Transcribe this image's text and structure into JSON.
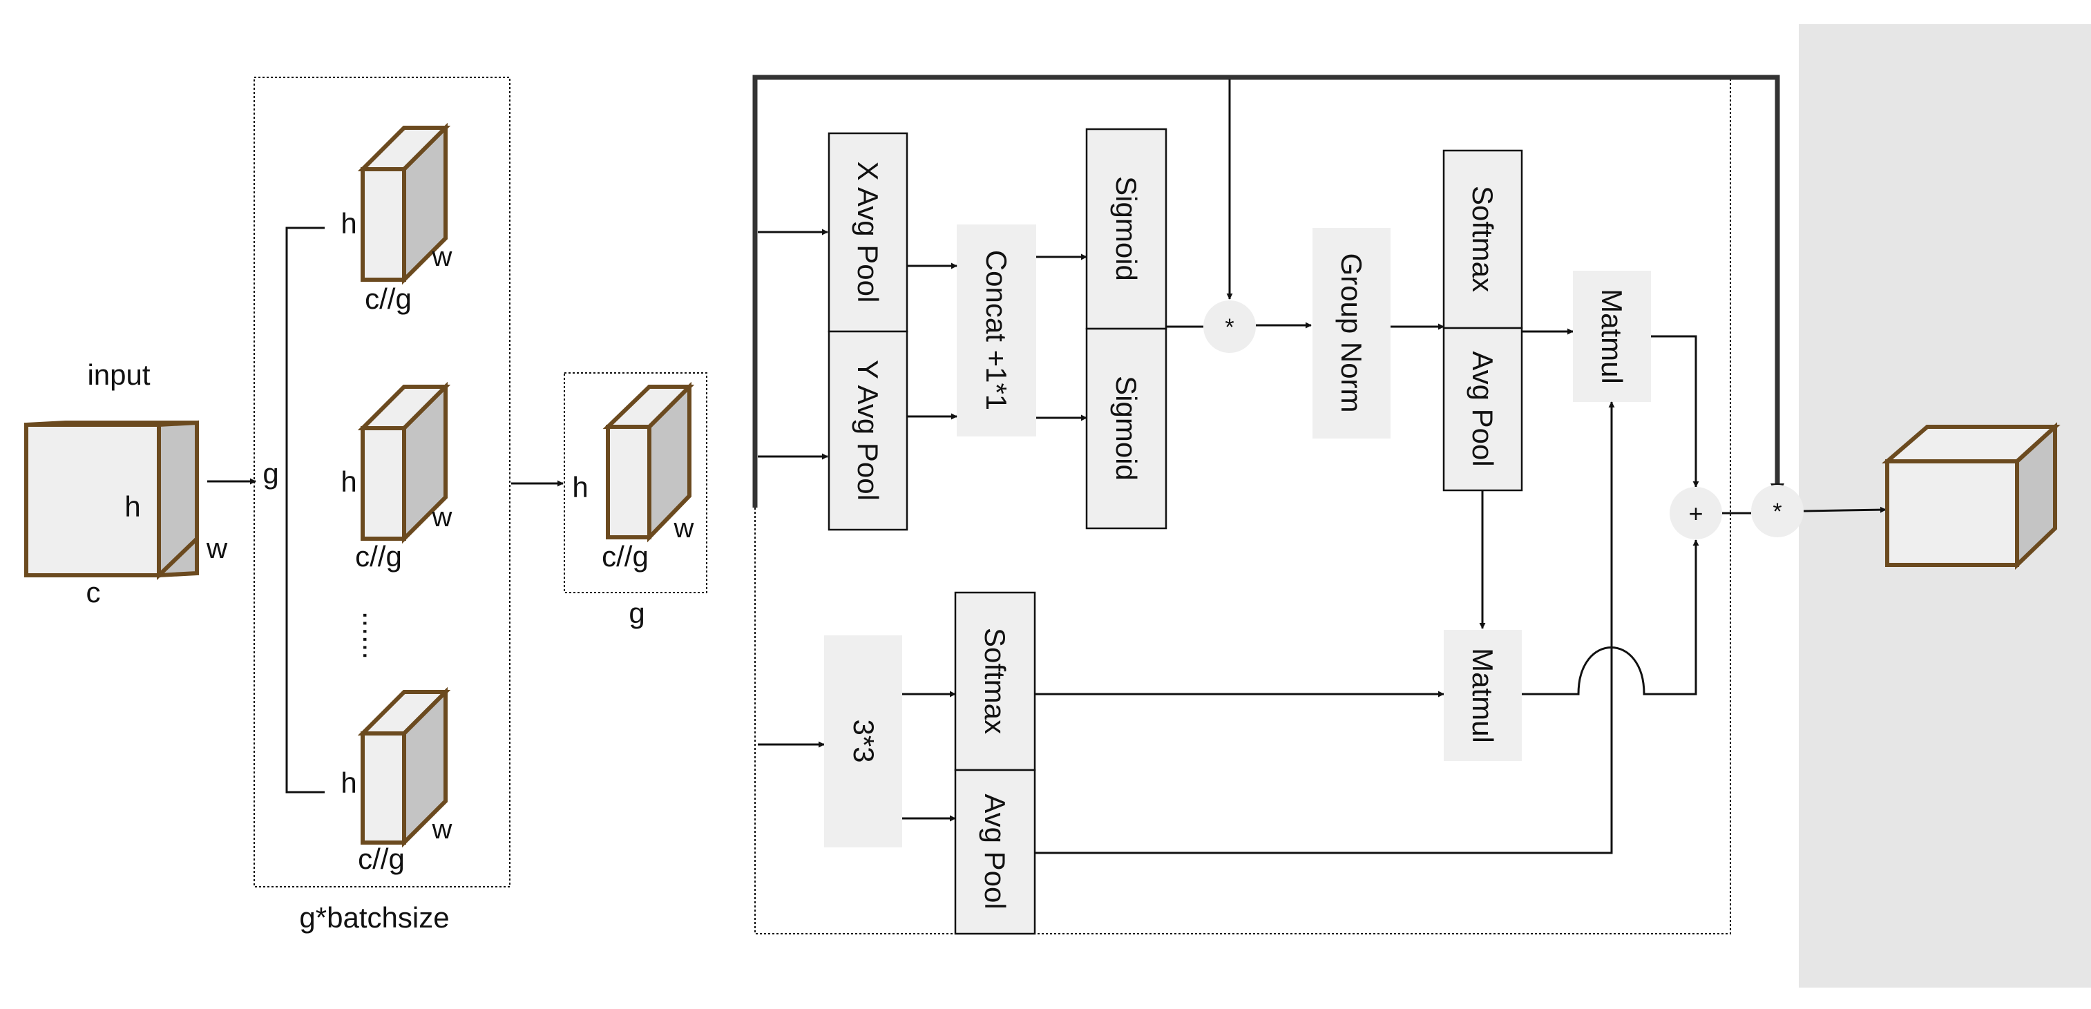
{
  "labels": {
    "input": "input",
    "c": "c",
    "h": "h",
    "w": "w",
    "g": "g",
    "cg": "c//g",
    "dots": "......",
    "g_batchsize": "g*batchsize",
    "g_bottom": "g"
  },
  "blocks": {
    "x_avg_pool": "X Avg Pool",
    "y_avg_pool": "Y Avg Pool",
    "concat": "Concat +1*1",
    "sigmoid_top": "Sigmoid",
    "sigmoid_bottom": "Sigmoid",
    "group_norm": "Group Norm",
    "softmax_upper": "Softmax",
    "avg_pool_upper": "Avg Pool",
    "matmul_upper": "Matmul",
    "conv3x3": "3*3",
    "softmax_lower": "Softmax",
    "avg_pool_lower": "Avg Pool",
    "matmul_lower": "Matmul"
  },
  "ops": {
    "mul_1": "*",
    "add": "+",
    "mul_2": "*"
  },
  "colors": {
    "cube_edge": "#6b4a1f",
    "cube_front": "#efefef",
    "cube_side": "#c4c4c4",
    "block_fill": "#efefef",
    "panel_gray": "#e6e6e6",
    "line": "#111111"
  }
}
